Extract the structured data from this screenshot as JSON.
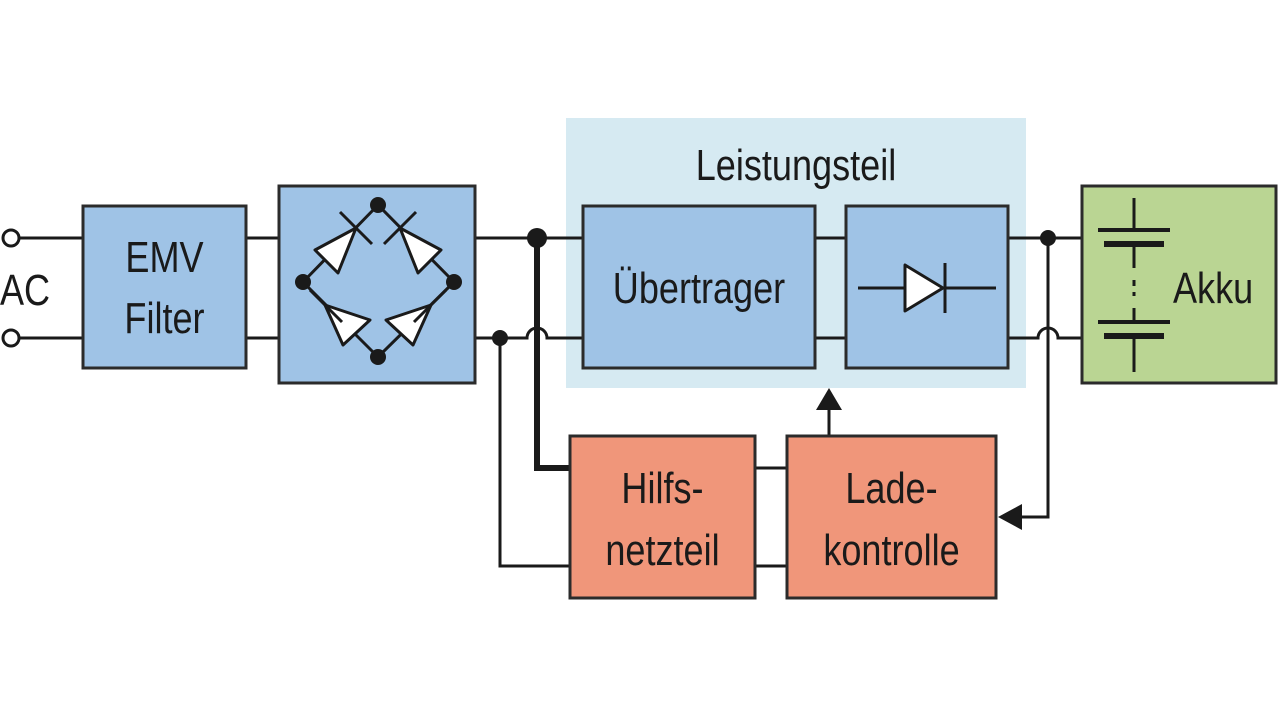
{
  "diagram": {
    "input_label": "AC",
    "region_title": "Leistungsteil",
    "blocks": {
      "emv_filter": {
        "line1": "EMV",
        "line2": "Filter"
      },
      "uebertrager": {
        "label": "Übertrager"
      },
      "akku": {
        "label": "Akku"
      },
      "hilfsnetzteil": {
        "line1": "Hilfs-",
        "line2": "netzteil"
      },
      "ladekontrolle": {
        "line1": "Lade-",
        "line2": "kontrolle"
      }
    },
    "icons": {
      "rectifier": "bridge-rectifier-icon",
      "diode": "diode-icon",
      "battery": "battery-icon",
      "terminal": "terminal-circle-icon"
    },
    "colors": {
      "blue_block": "#9fc3e6",
      "orange_block": "#f0967a",
      "green_block": "#bad593",
      "region": "#d6eaf2",
      "line": "#1a1a1a"
    }
  }
}
